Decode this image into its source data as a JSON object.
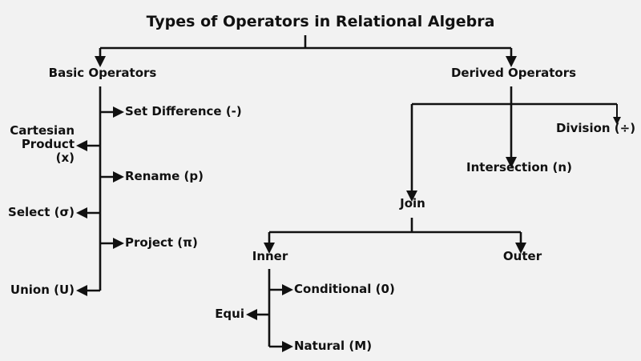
{
  "diagram": {
    "title": "Types of Operators in Relational Algebra",
    "background_color": "#f2f2f2",
    "line_color": "#111111",
    "text_color": "#111111",
    "root": "Types of Operators in Relational Algebra",
    "branches": {
      "basic": {
        "label": "Basic Operators",
        "children": [
          "Set Difference (-)",
          "Cartesian Product (x)",
          "Rename (p)",
          "Select (σ)",
          "Project (π)",
          "Union (U)"
        ]
      },
      "derived": {
        "label": "Derived Operators",
        "children": [
          "Join",
          "Intersection (n)",
          "Division (÷)"
        ]
      },
      "join": {
        "label": "Join",
        "children": [
          "Inner",
          "Outer"
        ]
      },
      "inner": {
        "label": "Inner",
        "children": [
          "Conditional (0)",
          "Equi",
          "Natural (M)"
        ]
      }
    }
  },
  "nodes": {
    "title": "Types of Operators in Relational Algebra",
    "basic_operators": "Basic Operators",
    "derived_operators": "Derived Operators",
    "set_difference": "Set Difference (-)",
    "cartesian_product_l1": "Cartesian",
    "cartesian_product_l2": "Product",
    "cartesian_product_l3": "(x)",
    "rename": "Rename (p)",
    "select": "Select (σ)",
    "project": "Project (π)",
    "union": "Union (U)",
    "division": "Division (÷)",
    "intersection": "Intersection (n)",
    "join": "Join",
    "inner": "Inner",
    "outer": "Outer",
    "conditional": "Conditional (0)",
    "equi": "Equi",
    "natural": "Natural (M)"
  }
}
